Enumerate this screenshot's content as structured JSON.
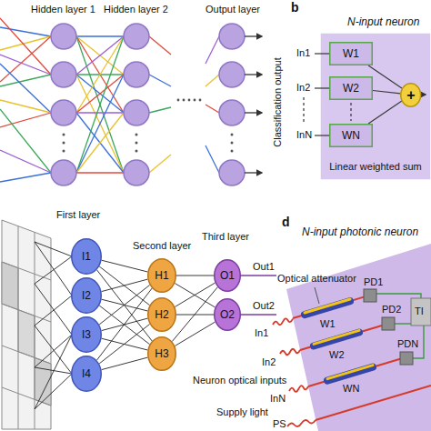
{
  "diagram": {
    "nodes": [
      {
        "text": [
          "N-input neuron",
          "Linear weighted sum"
        ]
      },
      {
        "text": [
          "W1"
        ],
        "in": 0
      },
      {
        "text": [
          "W2"
        ],
        "in": 0
      },
      {
        "text": [
          "WN"
        ],
        "in": 0
      },
      {
        "text": [
          "+"
        ],
        "in": 0
      },
      {
        "text": [
          "I1"
        ]
      },
      {
        "text": [
          "I2"
        ]
      },
      {
        "text": [
          "I3"
        ]
      },
      {
        "text": [
          "I4"
        ]
      },
      {
        "text": [
          "H1"
        ]
      },
      {
        "text": [
          "H2"
        ]
      },
      {
        "text": [
          "H3"
        ]
      },
      {
        "text": [
          "O1"
        ]
      },
      {
        "text": [
          "O2"
        ]
      },
      {
        "text": [
          "N-input photonic neuron"
        ]
      }
    ],
    "edges": [
      {
        "from": 1,
        "to": 4,
        "arrow": "none"
      },
      {
        "from": 2,
        "to": 4,
        "arrow": "none"
      },
      {
        "from": 3,
        "to": 4,
        "arrow": "none"
      },
      {
        "from": 5,
        "to": 9,
        "arrow": "none"
      },
      {
        "from": 5,
        "to": 10,
        "arrow": "none"
      },
      {
        "from": 5,
        "to": 11,
        "arrow": "none"
      },
      {
        "from": 6,
        "to": 9,
        "arrow": "none"
      },
      {
        "from": 6,
        "to": 10,
        "arrow": "none"
      },
      {
        "from": 6,
        "to": 11,
        "arrow": "none"
      },
      {
        "from": 7,
        "to": 9,
        "arrow": "none"
      },
      {
        "from": 7,
        "to": 10,
        "arrow": "none"
      },
      {
        "from": 7,
        "to": 11,
        "arrow": "none"
      },
      {
        "from": 8,
        "to": 9,
        "arrow": "none"
      },
      {
        "from": 8,
        "to": 10,
        "arrow": "none"
      },
      {
        "from": 8,
        "to": 11,
        "arrow": "none"
      },
      {
        "from": 9,
        "to": 12,
        "arrow": "none"
      },
      {
        "from": 9,
        "to": 13,
        "arrow": "none"
      },
      {
        "from": 10,
        "to": 12,
        "arrow": "none"
      },
      {
        "from": 10,
        "to": 13,
        "arrow": "none"
      },
      {
        "from": 11,
        "to": 12,
        "arrow": "none"
      },
      {
        "from": 11,
        "to": 13,
        "arrow": "none"
      }
    ],
    "labels": [
      "Hidden layer 1",
      "Hidden layer 2",
      "Output layer",
      "Classification output",
      "b",
      "In1",
      "In2",
      "InN",
      "First layer",
      "Second layer",
      "Third layer",
      "Out1",
      "Out2",
      "d",
      "Optical attenuator",
      "W1",
      "W2",
      "WN",
      "PD1",
      "PD2",
      "PDN",
      "TI",
      "Neuron optical inputs",
      "In1",
      "In2",
      "InN",
      "Supply light",
      "PS"
    ]
  }
}
